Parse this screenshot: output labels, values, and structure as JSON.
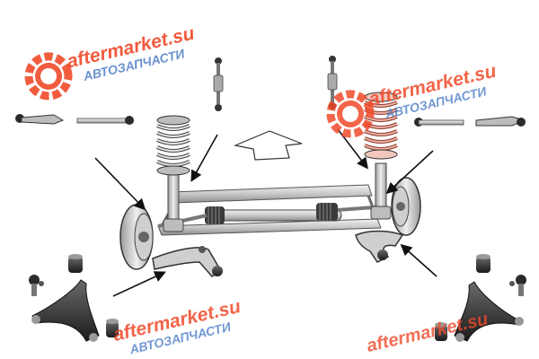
{
  "watermarks": [
    {
      "brand": "aftermarket.su",
      "subtitle": "АВТОЗАПЧАСТИ"
    },
    {
      "brand": "aftermarket.su",
      "subtitle": "АВТОЗАПЧАСТИ"
    },
    {
      "brand": "aftermarket.su",
      "subtitle": "АВТОЗАПЧАСТИ"
    }
  ],
  "colors": {
    "watermark_red": "#f04a2a",
    "watermark_blue": "#4f7fc9",
    "part_light": "#dcdcdc",
    "part_mid": "#9a9a9a",
    "part_dark": "#2b2b2b",
    "highlight_spring": "#f0b2a6",
    "arrow": "#111111"
  },
  "parts": [
    "tie-rod-end-left",
    "inner-tie-rod-left",
    "stabilizer-link-left",
    "coil-spring-left",
    "tie-rod-end-right",
    "inner-tie-rod-right",
    "stabilizer-link-right",
    "coil-spring-right",
    "subframe-axle",
    "steering-rack",
    "lower-control-arm-left",
    "lower-control-arm-right",
    "ball-joint-left",
    "ball-joint-right",
    "bushings",
    "direction-arrow"
  ]
}
